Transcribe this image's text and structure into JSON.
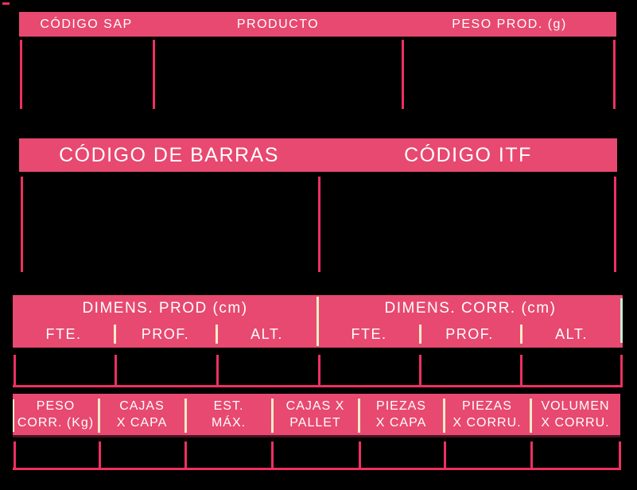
{
  "colors": {
    "background": "#000000",
    "header_bar": "#E74970",
    "grid_line": "#EE3061",
    "tick_cream": "#F8EBC7",
    "tick_mint": "#C6EBD3",
    "header_text": "#FFFFFF",
    "bar_shadow": "#4A1223"
  },
  "table_product": {
    "columns": [
      {
        "label": "CÓDIGO SAP"
      },
      {
        "label": "PRODUCTO"
      },
      {
        "label": "PESO PROD. (g)"
      }
    ],
    "cells": [
      "",
      "",
      ""
    ]
  },
  "table_codes": {
    "columns": [
      {
        "label": "CÓDIGO DE BARRAS"
      },
      {
        "label": "CÓDIGO ITF"
      }
    ],
    "cells": [
      "",
      ""
    ]
  },
  "table_dimensions": {
    "groups": [
      {
        "title": "DIMENS. PROD (cm)",
        "columns": [
          {
            "label": "FTE."
          },
          {
            "label": "PROF."
          },
          {
            "label": "ALT."
          }
        ]
      },
      {
        "title": "DIMENS. CORR. (cm)",
        "columns": [
          {
            "label": "FTE."
          },
          {
            "label": "PROF."
          },
          {
            "label": "ALT."
          }
        ]
      }
    ],
    "cells": [
      "",
      "",
      "",
      "",
      "",
      ""
    ]
  },
  "table_logistics": {
    "columns": [
      {
        "line1": "PESO",
        "line2": "CORR. (Kg)"
      },
      {
        "line1": "CAJAS",
        "line2": "X CAPA"
      },
      {
        "line1": "EST.",
        "line2": "MÁX."
      },
      {
        "line1": "CAJAS X",
        "line2": "PALLET"
      },
      {
        "line1": "PIEZAS",
        "line2": "X CAPA"
      },
      {
        "line1": "PIEZAS",
        "line2": "X CORRU."
      },
      {
        "line1": "VOLUMEN",
        "line2": "X CORRU."
      }
    ],
    "cells": [
      "",
      "",
      "",
      "",
      "",
      "",
      ""
    ]
  }
}
